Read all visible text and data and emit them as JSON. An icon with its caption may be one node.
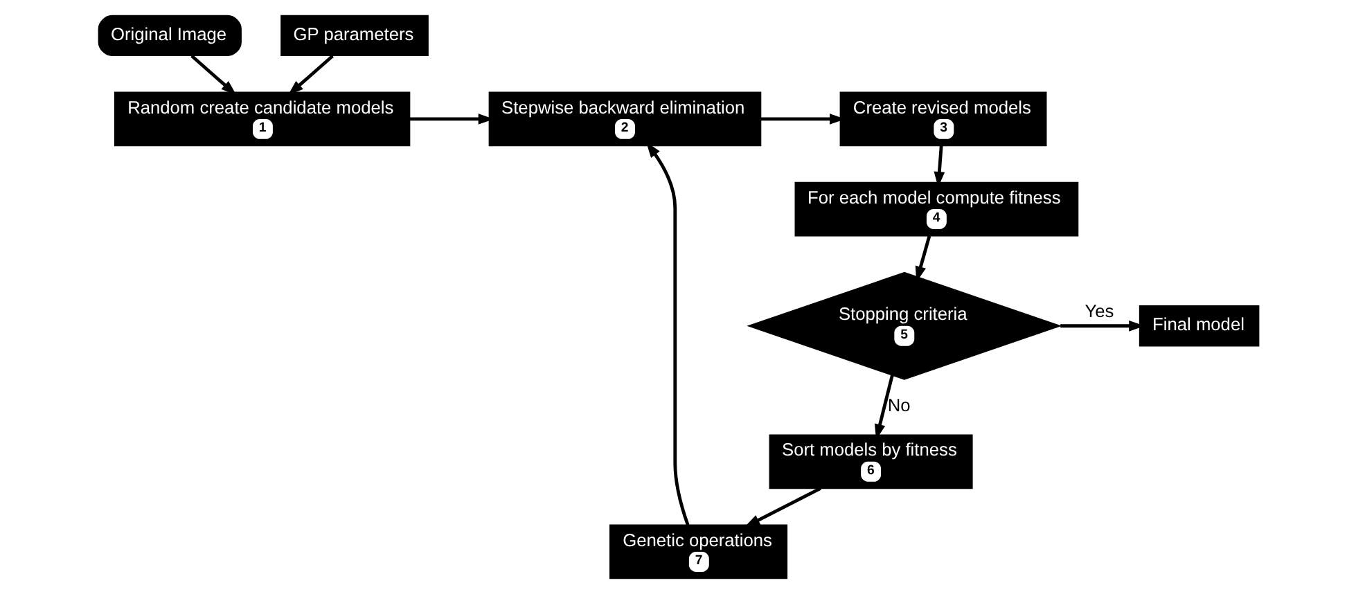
{
  "diagram": {
    "nodes": [
      {
        "text": [
          "Random create candidate models",
          "1"
        ]
      },
      {
        "text": [
          "Stepwise backward elimination",
          "2"
        ]
      },
      {
        "text": [
          "Create revised models",
          "3"
        ]
      },
      {
        "text": [
          "For each model compute fitness",
          "4"
        ]
      },
      {
        "text": [
          "Stopping criteria",
          "5"
        ]
      },
      {
        "text": [
          "Final model"
        ]
      },
      {
        "text": [
          "Sort models by fitness",
          "6"
        ]
      },
      {
        "text": [
          "Genetic operations",
          "7"
        ]
      },
      {
        "text": [
          "Original Image"
        ]
      },
      {
        "text": [
          "GP parameters"
        ]
      }
    ],
    "edges": [
      {
        "from": 0,
        "to": 1,
        "arrow": "to"
      },
      {
        "from": 1,
        "to": 2,
        "arrow": "to"
      },
      {
        "from": 2,
        "to": 3,
        "arrow": "to"
      },
      {
        "from": 3,
        "to": 4,
        "arrow": "to"
      },
      {
        "from": 4,
        "to": 5,
        "arrow": "to",
        "label": "Yes"
      },
      {
        "from": 4,
        "to": 6,
        "arrow": "to",
        "label": "No"
      },
      {
        "from": 6,
        "to": 7,
        "arrow": "to"
      },
      {
        "from": 7,
        "to": 1,
        "arrow": "to"
      },
      {
        "from": 8,
        "to": 0,
        "arrow": "to"
      },
      {
        "from": 9,
        "to": 0,
        "arrow": "to"
      }
    ]
  }
}
